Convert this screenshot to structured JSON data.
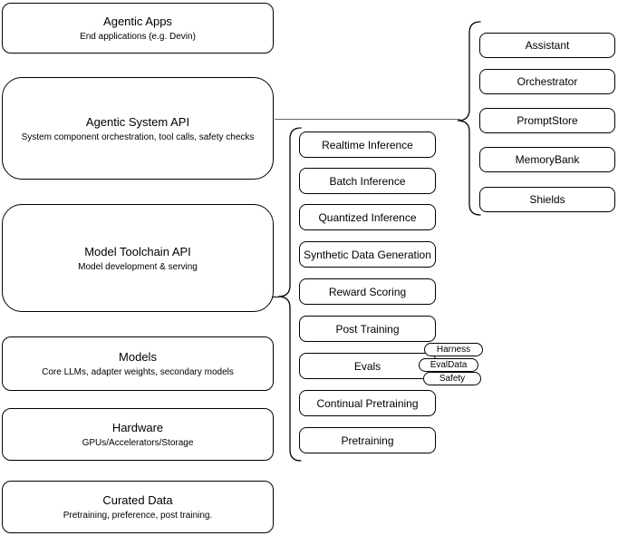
{
  "diagram": {
    "left_stack": [
      {
        "title": "Agentic Apps",
        "subtitle": "End applications (e.g. Devin)"
      },
      {
        "title": "Agentic System API",
        "subtitle": "System component orchestration, tool calls, safety checks"
      },
      {
        "title": "Model Toolchain API",
        "subtitle": "Model development & serving"
      },
      {
        "title": "Models",
        "subtitle": "Core LLMs, adapter weights, secondary models"
      },
      {
        "title": "Hardware",
        "subtitle": "GPUs/Accelerators/Storage"
      },
      {
        "title": "Curated Data",
        "subtitle": "Pretraining, preference, post training."
      }
    ],
    "toolchain_items": [
      {
        "label": "Realtime Inference"
      },
      {
        "label": "Batch Inference"
      },
      {
        "label": "Quantized Inference"
      },
      {
        "label": "Synthetic Data Generation"
      },
      {
        "label": "Reward Scoring"
      },
      {
        "label": "Post Training"
      },
      {
        "label": "Evals"
      },
      {
        "label": "Continual Pretraining"
      },
      {
        "label": "Pretraining"
      }
    ],
    "eval_tags": [
      {
        "label": "Harness"
      },
      {
        "label": "EvalData"
      },
      {
        "label": "Safety"
      }
    ],
    "system_components": [
      {
        "label": "Assistant"
      },
      {
        "label": "Orchestrator"
      },
      {
        "label": "PromptStore"
      },
      {
        "label": "MemoryBank"
      },
      {
        "label": "Shields"
      }
    ],
    "colors": {
      "stroke": "#000000",
      "connector": "#666666",
      "background": "#ffffff"
    }
  }
}
